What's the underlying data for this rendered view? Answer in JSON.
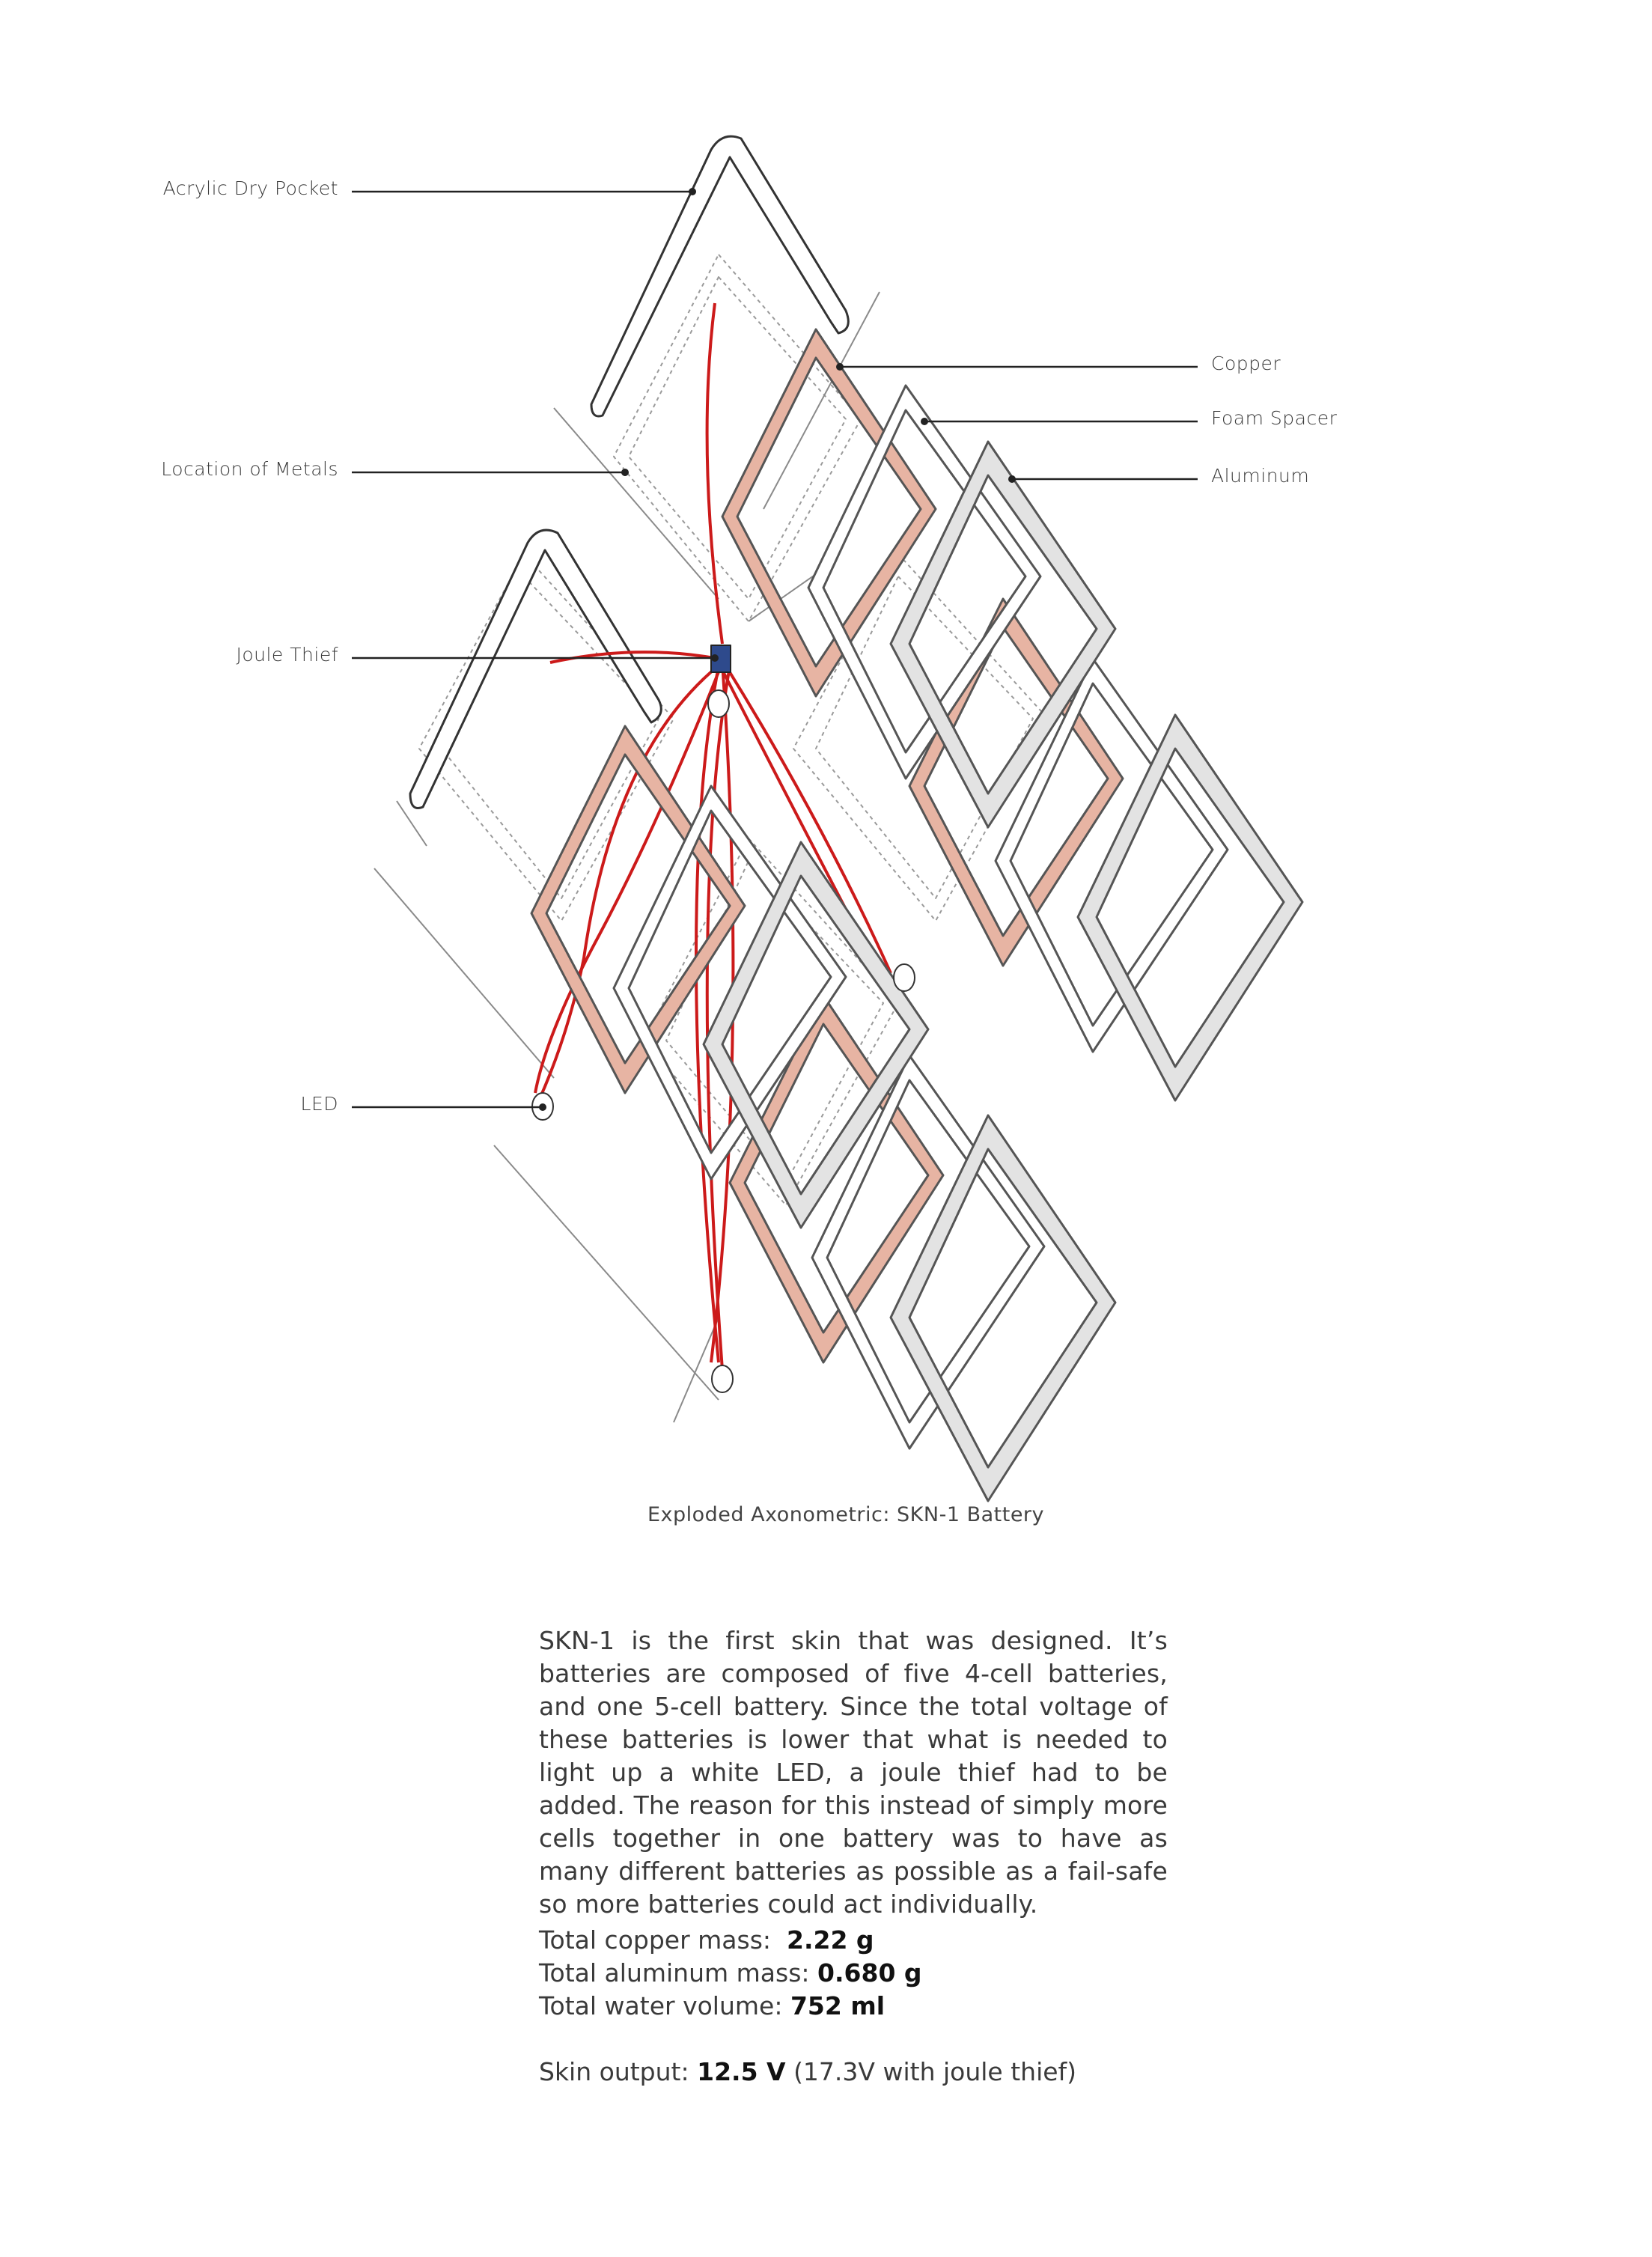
{
  "labels": {
    "acrylic_dry_pocket": "Acrylic Dry Pocket",
    "location_of_metals": "Location of Metals",
    "joule_thief": "Joule Thief",
    "led": "LED",
    "copper": "Copper",
    "foam_spacer": "Foam Spacer",
    "aluminum": "Aluminum"
  },
  "caption": "Exploded Axonometric: SKN-1 Battery",
  "description": "SKN-1 is the first skin that was designed. It’s batteries are composed of five 4-cell batteries, and one 5-cell battery. Since the total voltage of these batteries is lower that what is needed to light up a white LED, a joule thief had to be added. The reason for this instead of simply more cells together in one battery was to have as many different batteries as possible as a fail-safe so more batteries could act individually.",
  "stats": {
    "copper_label": "Total copper mass:",
    "copper_value": "2.22 g",
    "aluminum_label": "Total aluminum mass:",
    "aluminum_value": "0.680 g",
    "water_label": "Total water volume:",
    "water_value": "752 ml",
    "output_label": "Skin output:",
    "output_value": "12.5 V",
    "output_note": "(17.3V with joule thief)"
  },
  "colors": {
    "copper": "#e7b4a3",
    "aluminum": "#e3e3e3",
    "wire": "#cc1a1a",
    "line": "#333333"
  }
}
